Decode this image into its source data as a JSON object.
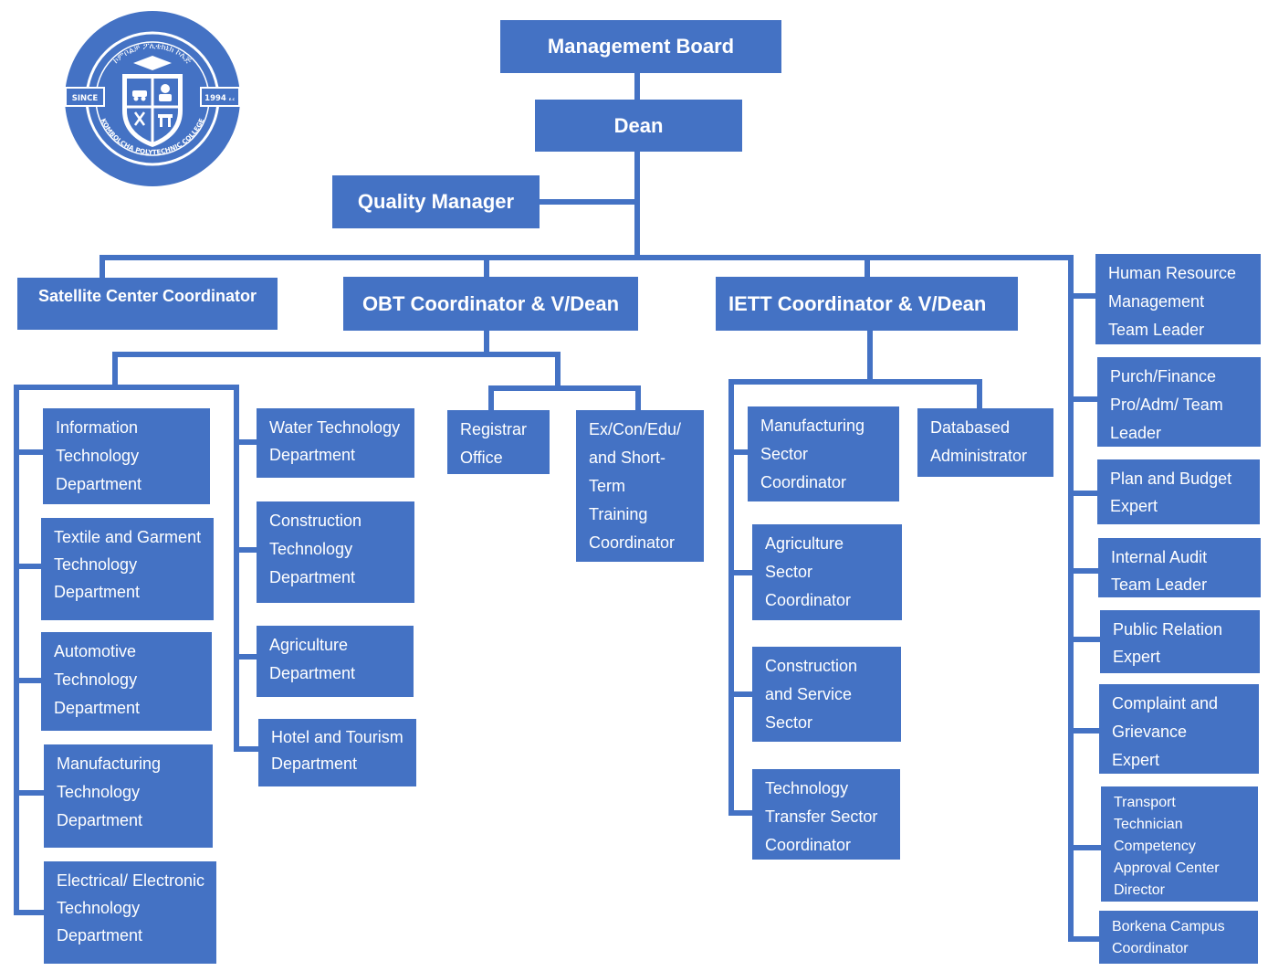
{
  "logo": {
    "arc_text": "ኮምቦልቻ ፖሊቴክኒክ ኮሌጅ",
    "since_label": "SINCE",
    "year_label": "1994",
    "year_suffix": "E.C",
    "college_name": "KOMBOLCHA POLYTECHNIC COLLEGE"
  },
  "top": {
    "management_board": "Management Board",
    "dean": "Dean",
    "quality_manager": "Quality Manager"
  },
  "coordinators": {
    "satellite": "Satellite Center Coordinator",
    "obt": "OBT Coordinator & V/Dean",
    "iett": "IETT Coordinator & V/Dean"
  },
  "obt_left_departments": [
    "Information\nTechnology\nDepartment",
    "Textile and Garment\nTechnology\nDepartment",
    "Automotive\nTechnology\nDepartment",
    "Manufacturing\nTechnology\nDepartment",
    "Electrical/ Electronic\nTechnology\nDepartment"
  ],
  "obt_right_departments": [
    "Water Technology\nDepartment",
    "Construction\nTechnology\nDepartment",
    "Agriculture\nDepartment",
    "Hotel and Tourism\nDepartment"
  ],
  "obt_offices": {
    "registrar": "Registrar\nOffice",
    "excon": "Ex/Con/Edu/\nand Short-\nTerm\nTraining\nCoordinator"
  },
  "iett_sectors": [
    "Manufacturing\nSector\nCoordinator",
    "Agriculture\nSector\nCoordinator",
    "Construction\nand Service\nSector",
    "Technology\nTransfer Sector\nCoordinator"
  ],
  "iett_db_admin": "Databased\nAdministrator",
  "support_units": [
    "Human Resource\nManagement\nTeam Leader",
    "Purch/Finance\nPro/Adm/ Team\nLeader",
    "Plan and Budget\nExpert",
    "Internal Audit\nTeam Leader",
    "Public Relation\nExpert",
    "Complaint and\nGrievance\nExpert",
    "Transport\nTechnician\nCompetency\nApproval Center\nDirector",
    "Borkena Campus\nCoordinator"
  ],
  "colors": {
    "box_fill": "#4472c4",
    "connector": "#4472c4",
    "logo_outer": "#4472c4",
    "text": "#ffffff"
  }
}
